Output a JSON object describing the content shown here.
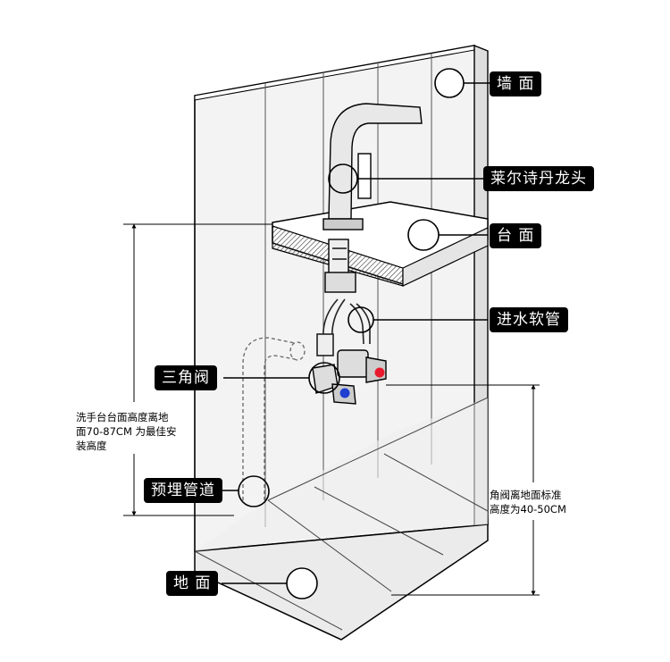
{
  "labels": {
    "wall": "墙 面",
    "faucet": "莱尔诗丹龙头",
    "countertop": "台 面",
    "inlet_hose": "进水软管",
    "angle_valve": "三角阀",
    "embedded_pipe": "预埋管道",
    "floor": "地 面"
  },
  "notes": {
    "basin_height_line1": "洗手台台面高度离地",
    "basin_height_line2": "面70-87CM 为最佳安",
    "basin_height_line3": "装高度",
    "valve_height_line1": "角阀离地面标准",
    "valve_height_line2": "高度为40-50CM"
  },
  "colors": {
    "hot": "#e8192c",
    "cold": "#1f3fd1",
    "label_bg": "#000000",
    "wall_tint": "#f2f2f2",
    "floor_tint": "#ececec"
  }
}
